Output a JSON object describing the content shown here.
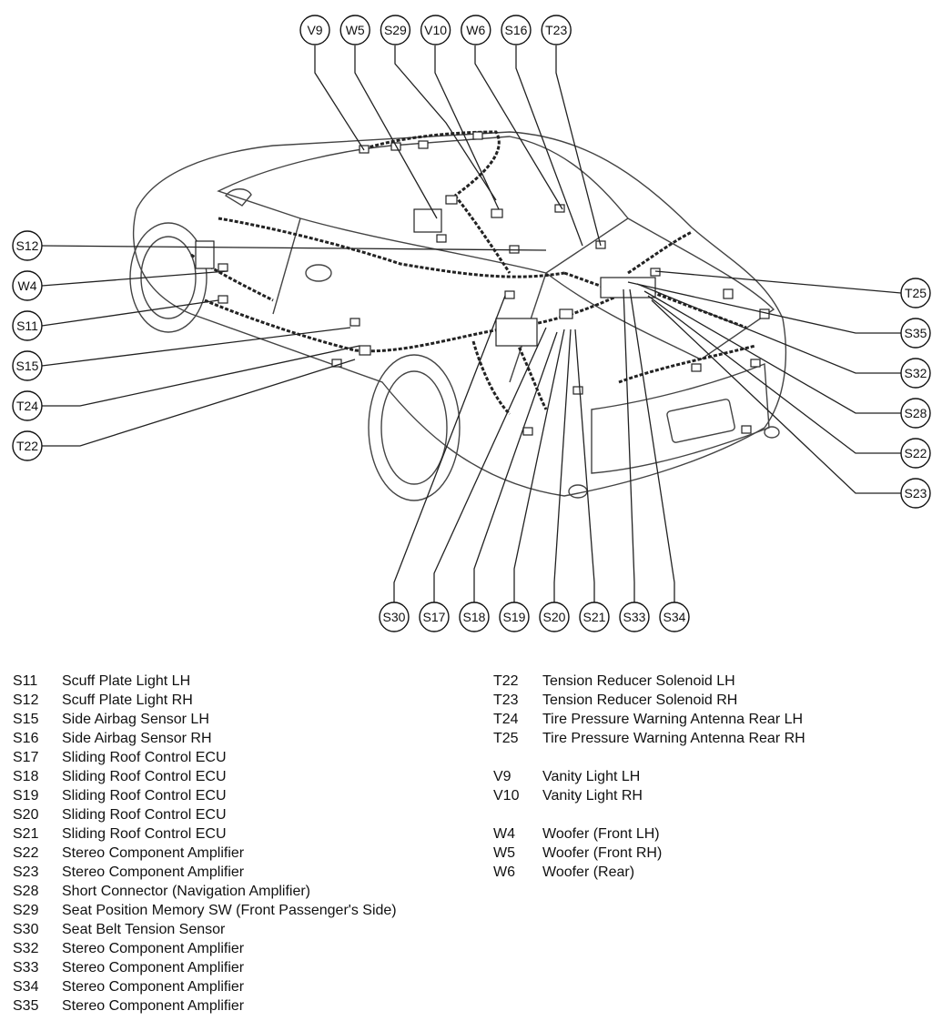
{
  "callouts_top": [
    "V9",
    "W5",
    "S29",
    "V10",
    "W6",
    "S16",
    "T23"
  ],
  "callouts_left": [
    "S12",
    "W4",
    "S11",
    "S15",
    "T24",
    "T22"
  ],
  "callouts_right": [
    "T25",
    "S35",
    "S32",
    "S28",
    "S22",
    "S23"
  ],
  "callouts_bottom": [
    "S30",
    "S17",
    "S18",
    "S19",
    "S20",
    "S21",
    "S33",
    "S34"
  ],
  "legend_left": [
    {
      "code": "S11",
      "name": "Scuff Plate Light LH"
    },
    {
      "code": "S12",
      "name": "Scuff Plate Light RH"
    },
    {
      "code": "S15",
      "name": "Side Airbag Sensor LH"
    },
    {
      "code": "S16",
      "name": "Side Airbag Sensor RH"
    },
    {
      "code": "S17",
      "name": "Sliding Roof Control ECU"
    },
    {
      "code": "S18",
      "name": "Sliding Roof Control ECU"
    },
    {
      "code": "S19",
      "name": "Sliding Roof Control ECU"
    },
    {
      "code": "S20",
      "name": "Sliding Roof Control ECU"
    },
    {
      "code": "S21",
      "name": "Sliding Roof Control ECU"
    },
    {
      "code": "S22",
      "name": "Stereo Component Amplifier"
    },
    {
      "code": "S23",
      "name": "Stereo Component Amplifier"
    },
    {
      "code": "S28",
      "name": "Short Connector (Navigation Amplifier)"
    },
    {
      "code": "S29",
      "name": "Seat Position Memory SW (Front Passenger's Side)"
    },
    {
      "code": "S30",
      "name": "Seat Belt Tension Sensor"
    },
    {
      "code": "S32",
      "name": "Stereo Component Amplifier"
    },
    {
      "code": "S33",
      "name": "Stereo Component Amplifier"
    },
    {
      "code": "S34",
      "name": "Stereo Component Amplifier"
    },
    {
      "code": "S35",
      "name": "Stereo Component Amplifier"
    }
  ],
  "legend_right_groups": [
    [
      {
        "code": "T22",
        "name": "Tension Reducer Solenoid LH"
      },
      {
        "code": "T23",
        "name": "Tension Reducer Solenoid RH"
      },
      {
        "code": "T24",
        "name": "Tire Pressure Warning Antenna Rear LH"
      },
      {
        "code": "T25",
        "name": "Tire Pressure Warning Antenna Rear RH"
      }
    ],
    [
      {
        "code": "V9",
        "name": "Vanity Light LH"
      },
      {
        "code": "V10",
        "name": "Vanity Light RH"
      }
    ],
    [
      {
        "code": "W4",
        "name": "Woofer (Front LH)"
      },
      {
        "code": "W5",
        "name": "Woofer (Front RH)"
      },
      {
        "code": "W6",
        "name": "Woofer (Rear)"
      }
    ]
  ]
}
